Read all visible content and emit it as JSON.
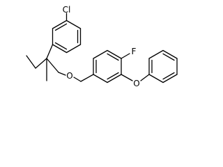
{
  "diagram": {
    "type": "skeletal-chemical-structure",
    "atom_labels": {
      "chlorine": "Cl",
      "fluorine": "F",
      "ether_oxygen_benzyl": "O",
      "ether_oxygen_phenoxy": "O"
    }
  }
}
